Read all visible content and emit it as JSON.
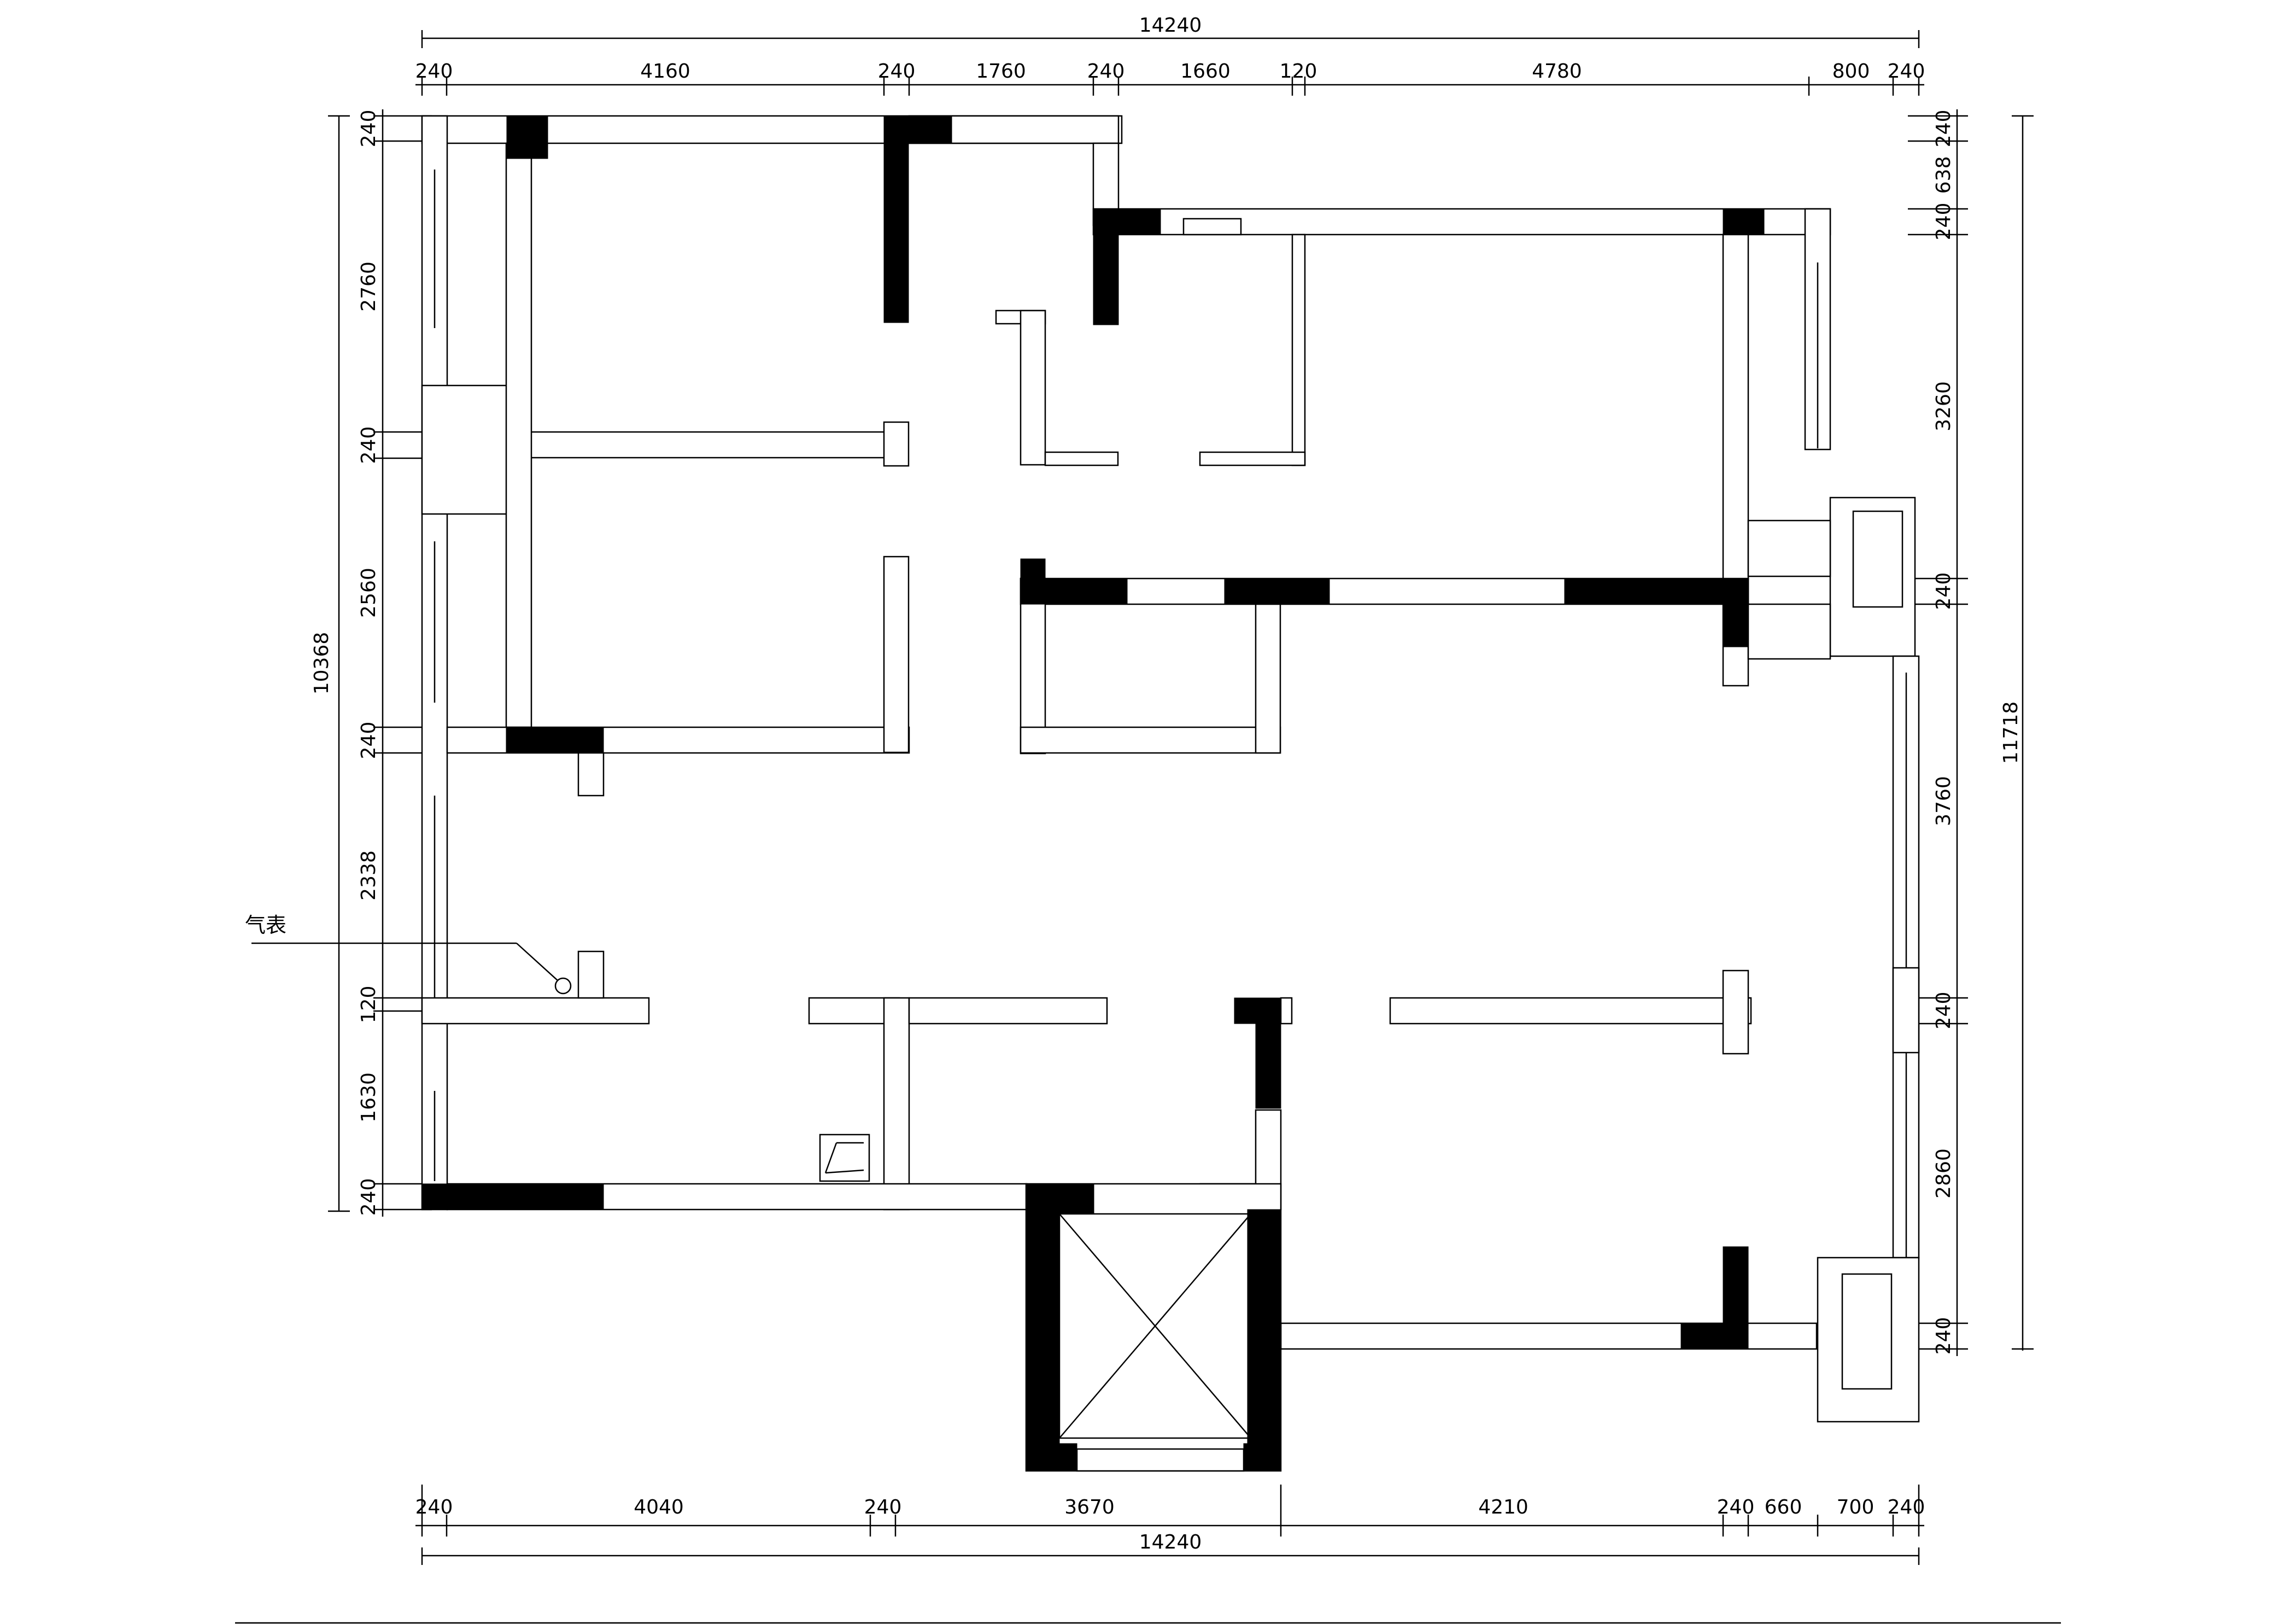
{
  "dimensions": {
    "top_overall": "14240",
    "top_segments": [
      "240",
      "4160",
      "240",
      "1760",
      "240",
      "1660",
      "120",
      "4780",
      "800",
      "240"
    ],
    "bottom_segments": [
      "240",
      "4040",
      "240",
      "3670",
      "4210",
      "240",
      "660",
      "700",
      "240"
    ],
    "bottom_overall": "14240",
    "left_overall": "10368",
    "left_segments": [
      "240",
      "2760",
      "240",
      "2560",
      "240",
      "2338",
      "120",
      "1630",
      "240"
    ],
    "right_overall": "11718",
    "right_segments": [
      "240",
      "638",
      "240",
      "3260",
      "240",
      "3760",
      "240",
      "2860",
      "240"
    ]
  },
  "annotations": {
    "gas_meter": "气表"
  }
}
